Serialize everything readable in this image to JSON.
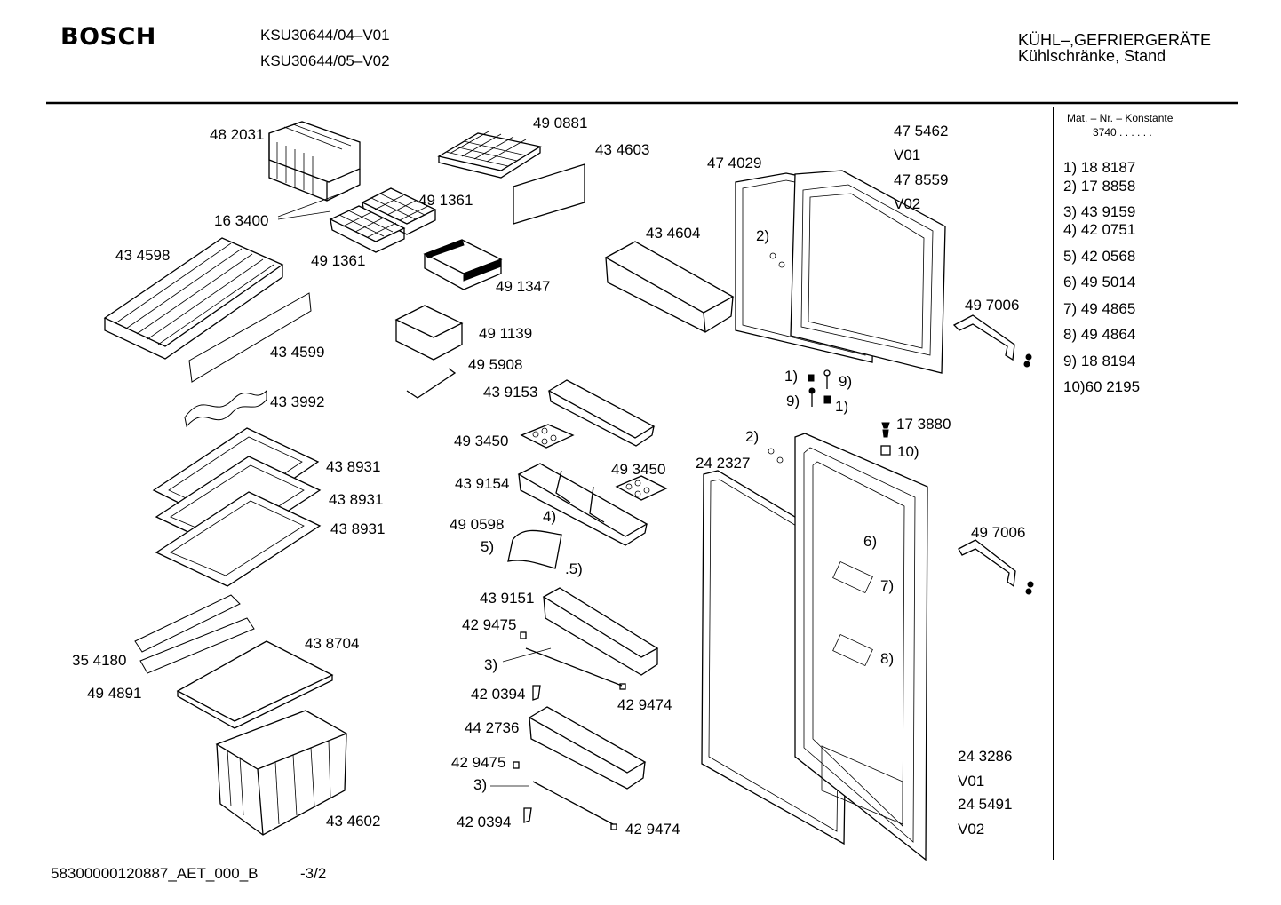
{
  "header": {
    "brand": "BOSCH",
    "models": [
      "KSU30644/04–V01",
      "KSU30644/05–V02"
    ],
    "category_line1": "KÜHL–,GEFRIERGERÄTE",
    "category_line2": "Kühlschränke, Stand"
  },
  "sidebar": {
    "title": "Mat. – Nr. – Konstante",
    "constant": "3740  .  .   .  .  .  .",
    "items": [
      "1) 18 8187",
      "2) 17 8858",
      "3) 43 9159",
      "4) 42 0751",
      "5) 42 0568",
      "6) 49 5014",
      "7) 49 4865",
      "8) 49 4864",
      "9) 18 8194",
      "10)60 2195"
    ]
  },
  "labels": {
    "p482031": "48 2031",
    "p490881": "49 0881",
    "p434603": "43 4603",
    "p475462": "47 5462",
    "v01a": "V01",
    "p478559": "47 8559",
    "v02a": "V02",
    "p474029": "47 4029",
    "p163400": "16 3400",
    "p491361a": "49 1361",
    "p491361b": "49 1361",
    "p434598": "43 4598",
    "p491347": "49 1347",
    "p434604": "43 4604",
    "c2a": "2)",
    "p497006a": "49 7006",
    "p491139": "49 1139",
    "p434599": "43 4599",
    "p495908": "49 5908",
    "c1a": "1)",
    "c9a": "9)",
    "c9b": "9)",
    "c1b": "1)",
    "p433992": "43 3992",
    "p439153": "43 9153",
    "p173880": "17 3880",
    "p493450a": "49 3450",
    "c2b": "2)",
    "c10": "10)",
    "p438931a": "43 8931",
    "p242327": "24 2327",
    "p493450b": "49 3450",
    "p439154": "43 9154",
    "p438931b": "43 8931",
    "c4": "4)",
    "p490598": "49 0598",
    "p438931c": "43 8931",
    "p497006b": "49 7006",
    "c5a": "5)",
    "c6": "6)",
    "c5b": ".5)",
    "c7": "7)",
    "p439151": "43 9151",
    "p429475a": "42 9475",
    "p438704": "43 8704",
    "p354180": "35 4180",
    "c3a": "3)",
    "c8": "8)",
    "p494891": "49 4891",
    "p420394a": "42 0394",
    "p429474a": "42 9474",
    "p442736": "44 2736",
    "p243286": "24 3286",
    "p429475b": "42 9475",
    "v01b": "V01",
    "c3b": "3)",
    "p245491": "24 5491",
    "p434602": "43 4602",
    "p420394b": "42 0394",
    "p429474b": "42 9474",
    "v02b": "V02"
  },
  "footer": {
    "doc_id": "58300000120887_AET_000_B",
    "page": "-3/2"
  }
}
